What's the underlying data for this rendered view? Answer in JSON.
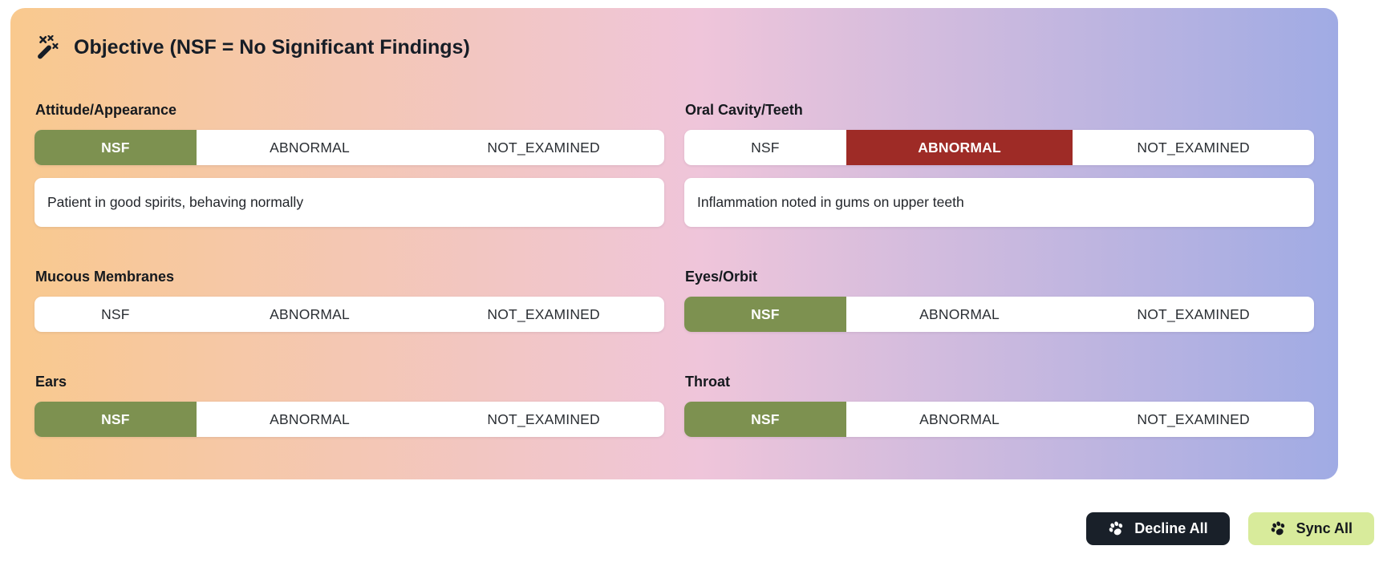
{
  "card": {
    "title": "Objective (NSF = No Significant Findings)",
    "title_icon": "magic-wand-sparkles-icon",
    "options": [
      "NSF",
      "ABNORMAL",
      "NOT_EXAMINED"
    ],
    "fields": [
      {
        "label": "Attitude/Appearance",
        "selected": "NSF",
        "note": "Patient in good spirits, behaving normally"
      },
      {
        "label": "Oral Cavity/Teeth",
        "selected": "ABNORMAL",
        "note": "Inflammation noted in gums on upper teeth"
      },
      {
        "label": "Mucous Membranes",
        "selected": "",
        "note": ""
      },
      {
        "label": "Eyes/Orbit",
        "selected": "NSF",
        "note": ""
      },
      {
        "label": "Ears",
        "selected": "NSF",
        "note": ""
      },
      {
        "label": "Throat",
        "selected": "NSF",
        "note": ""
      }
    ],
    "colors": {
      "nsf_selected": "#7d9150",
      "abnormal_selected": "#9e2b26",
      "gradient_left": "#f9c98e",
      "gradient_mid": "#efc5da",
      "gradient_right": "#a0abe4"
    }
  },
  "footer": {
    "decline_button": "Decline All",
    "sync_button": "Sync All",
    "decline_icon": "paw-icon",
    "sync_icon": "paw-icon",
    "decline_bg": "#192029",
    "sync_bg": "#d8eb9b"
  }
}
